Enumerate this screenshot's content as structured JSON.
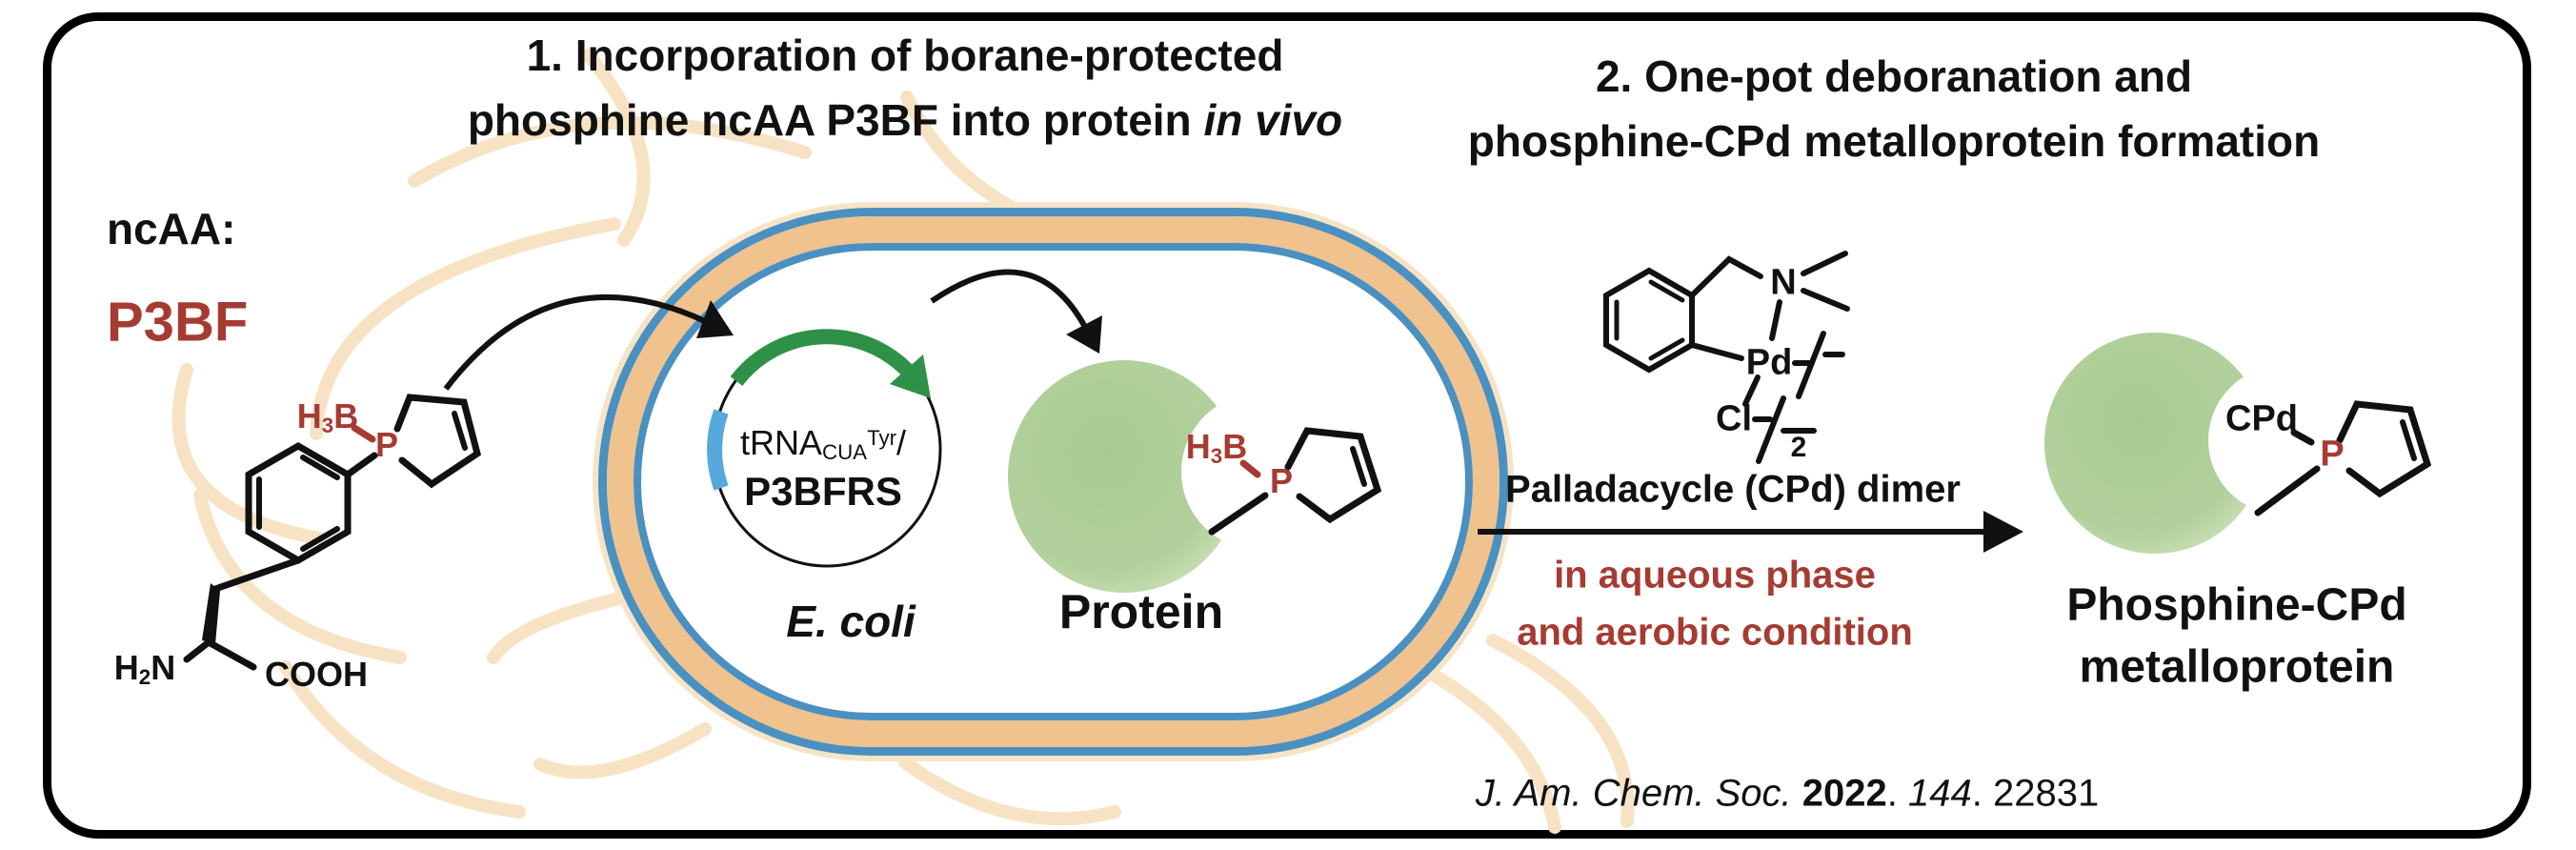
{
  "colors": {
    "accent_red": "#A63B32",
    "membrane_tan": "#F0C28E",
    "membrane_blue": "#4A90C0",
    "flagella_tan": "#F7E3C4",
    "protein_green": "#AFCE99",
    "plasmid_gene_green": "#2E9147",
    "plasmid_marker_blue": "#55A9DC",
    "outline_black": "#111111"
  },
  "step1": {
    "line1": "1. Incorporation of borane-protected",
    "line2_main": "phosphine ncAA P3BF into protein",
    "line2_italic": "in vivo"
  },
  "step2": {
    "line1": "2. One-pot deboranation and",
    "line2": "phosphine-CPd metalloprotein formation"
  },
  "ncaa": {
    "label": "ncAA:",
    "name": "P3BF"
  },
  "ncaa_structure": {
    "hb_h": "H",
    "hb_sub": "3",
    "hb_b": "B",
    "p": "P",
    "amine_h": "H",
    "amine_sub": "2",
    "amine_n": "N",
    "acid": "COOH"
  },
  "cell": {
    "organism": "E. coli"
  },
  "plasmid": {
    "trna": "tRNA",
    "sub": "CUA",
    "sup": "Tyr",
    "slash": "/",
    "synthetase": "P3BFRS"
  },
  "protein": {
    "label": "Protein",
    "hb_h": "H",
    "hb_sub": "3",
    "hb_b": "B",
    "p": "P"
  },
  "palladacycle": {
    "n": "N",
    "pd": "Pd",
    "cl": "Cl",
    "dimer_sub": "2"
  },
  "reaction": {
    "reagent": "Palladacycle (CPd) dimer",
    "condition1": "in aqueous phase",
    "condition2": "and aerobic condition"
  },
  "product": {
    "cpd": "CPd",
    "p": "P",
    "label_line1": "Phosphine-CPd",
    "label_line2": "metalloprotein"
  },
  "citation": {
    "journal": "J. Am. Chem. Soc.",
    "year": "2022",
    "dot1": ".",
    "volume": "144",
    "dot2": ".",
    "page": "22831"
  }
}
